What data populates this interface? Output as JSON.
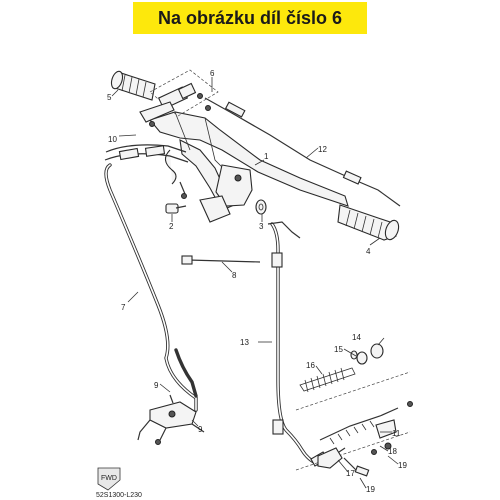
{
  "banner": {
    "text": "Na obrázku díl číslo 6",
    "color": "#fde80c"
  },
  "diagram": {
    "code": "52S1300-L230",
    "fwd_label": "FWD",
    "callouts": [
      "1",
      "2",
      "3",
      "4",
      "5",
      "6",
      "7",
      "8",
      "9",
      "9",
      "10",
      "11",
      "12",
      "13",
      "14",
      "15",
      "16",
      "17",
      "18",
      "19",
      "19"
    ]
  }
}
